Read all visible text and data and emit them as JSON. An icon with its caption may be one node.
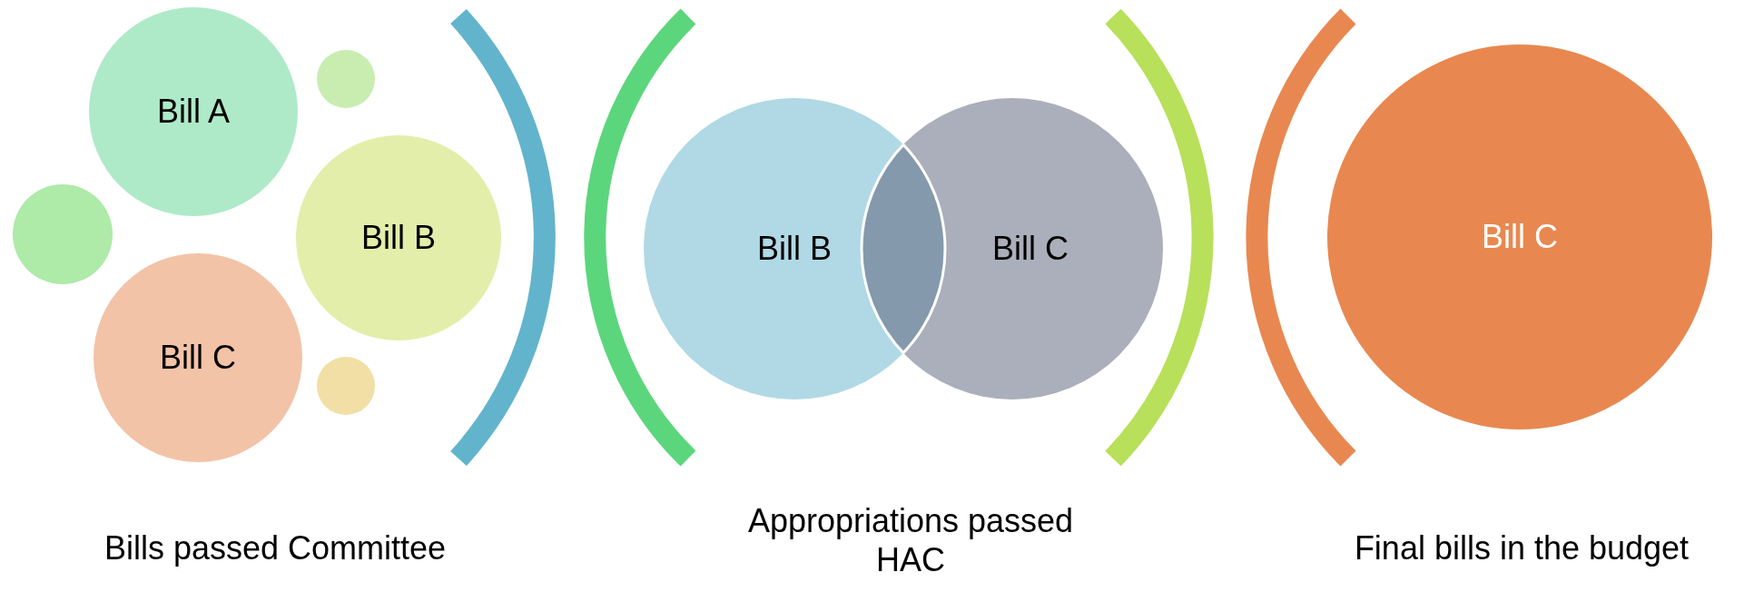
{
  "diagram": {
    "nodes": [
      {
        "text": [
          "Bill A"
        ]
      },
      {
        "text": [],
        "shape": "circle"
      },
      {
        "text": [],
        "shape": "circle"
      },
      {
        "text": [
          "Bill B"
        ]
      },
      {
        "text": [
          "Bill C"
        ]
      },
      {
        "text": [],
        "shape": "circle"
      },
      {
        "text": [
          "Bill B"
        ]
      },
      {
        "text": [
          "Bill C"
        ]
      },
      {
        "text": [
          "Bill C"
        ]
      }
    ],
    "labels": [
      "Bills passed Committee",
      "Appropriations passed HAC",
      "Final bills in the budget"
    ]
  }
}
